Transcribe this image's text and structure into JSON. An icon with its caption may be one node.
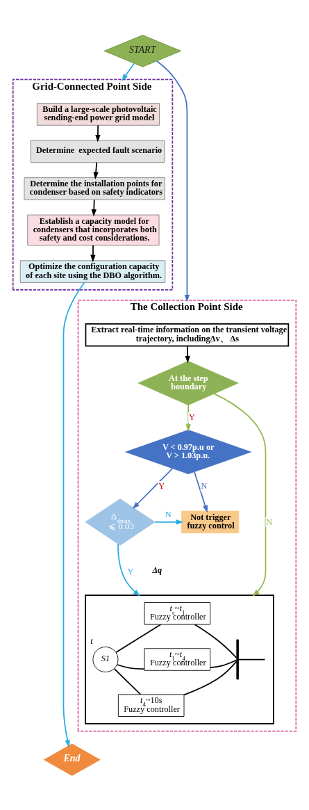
{
  "diagram": {
    "nodes": [
      {
        "text": [
          "START"
        ]
      },
      {
        "text": [
          "Grid-Connected Point Side"
        ]
      },
      {
        "text": [
          "Build a large-scale photovoltaic sending-end power grid model"
        ],
        "in": 1
      },
      {
        "text": [
          "Determine  expected fault scenario"
        ],
        "in": 1
      },
      {
        "text": [
          "Determine the installation points for condenser based on safety indicators"
        ],
        "in": 1
      },
      {
        "text": [
          "Establish a capacity model for condensers that incorporates both safety and cost considerations."
        ],
        "in": 1
      },
      {
        "text": [
          "Optimize the configuration capacity of each site using the DBO algorithm."
        ],
        "in": 1
      },
      {
        "text": [
          "The Collection Point Side"
        ]
      },
      {
        "text": [
          "Extract real-time information on the transient voltage trajectory, includingΔv、 Δs"
        ],
        "in": 7
      },
      {
        "text": [
          "At the step boundary"
        ],
        "in": 7
      },
      {
        "text": [
          "V < 0.97p.u or V > 1.03p.u."
        ],
        "in": 7
      },
      {
        "text": [
          "Δ$_{dmax}$ ⩽ 0.03"
        ],
        "in": 7
      },
      {
        "text": [
          "Not trigger fuzzy control"
        ],
        "in": 7
      },
      {
        "text": [],
        "shape": "box",
        "in": 7
      },
      {
        "text": [
          "S1"
        ],
        "beside": [
          "t"
        ],
        "in": 13
      },
      {
        "text": [
          "*t*$_{c}$~*t*$_{1}$",
          "Fuzzy controller"
        ],
        "in": 13
      },
      {
        "text": [
          "*t*$_{1}$~*t*$_{4}$",
          "Fuzzy controller"
        ],
        "in": 13
      },
      {
        "text": [
          "*t*$_{4}$~10s",
          "Fuzzy controller"
        ],
        "in": 13
      },
      {
        "text": [],
        "shape": "bar",
        "in": 13
      },
      {
        "text": [
          "End"
        ]
      }
    ],
    "edges": [
      {
        "from": 0,
        "to": 7,
        "arrow": "to",
        "color": "#4472c4"
      },
      {
        "from": 0,
        "to": 1,
        "arrow": "to",
        "color": "#29abe2"
      },
      {
        "from": 2,
        "to": 3,
        "arrow": "to"
      },
      {
        "from": 3,
        "to": 4,
        "arrow": "to"
      },
      {
        "from": 4,
        "to": 5,
        "arrow": "to"
      },
      {
        "from": 5,
        "to": 6,
        "arrow": "to"
      },
      {
        "from": 6,
        "to": 19,
        "arrow": "to",
        "color": "#29abe2"
      },
      {
        "from": 8,
        "to": 9,
        "arrow": "to"
      },
      {
        "from": 9,
        "to": 13,
        "label": "N",
        "arrow": "to",
        "color": "#92b84f"
      },
      {
        "from": 9,
        "to": 10,
        "label": "Y",
        "arrow": "to",
        "color": "#92b84f"
      },
      {
        "from": 10,
        "to": 11,
        "label": "Y",
        "arrow": "to",
        "color": "#4472c4"
      },
      {
        "from": 10,
        "to": 12,
        "label": "N",
        "arrow": "to",
        "color": "#4472c4"
      },
      {
        "from": 11,
        "to": 13,
        "label": "Y",
        "arrow": "to",
        "color": "#29abe2"
      },
      {
        "from": 11,
        "to": 12,
        "label": "N",
        "arrow": "to",
        "color": "#29abe2"
      },
      {
        "from": 14,
        "to": 15,
        "arrow": "none"
      },
      {
        "from": 14,
        "to": 16,
        "arrow": "none"
      },
      {
        "from": 14,
        "to": 17,
        "arrow": "none"
      },
      {
        "from": 15,
        "to": 18,
        "arrow": "none"
      },
      {
        "from": 16,
        "to": 18,
        "arrow": "none"
      },
      {
        "from": 17,
        "to": 18,
        "arrow": "none"
      },
      {
        "from": 18,
        "to": null,
        "arrow": "none"
      }
    ],
    "labels": [
      "Δq"
    ]
  }
}
